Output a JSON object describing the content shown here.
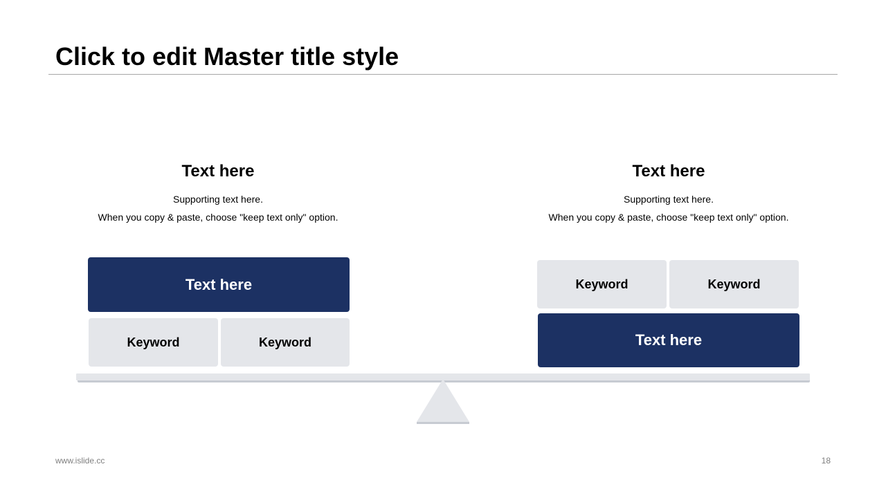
{
  "slide": {
    "title": "Click to edit Master title style"
  },
  "left": {
    "heading": "Text here",
    "support_line1": "Supporting text here.",
    "support_line2": "When you copy & paste, choose \"keep text only\" option.",
    "main_box": "Text here",
    "keyword1": "Keyword",
    "keyword2": "Keyword"
  },
  "right": {
    "heading": "Text here",
    "support_line1": "Supporting text here.",
    "support_line2": "When you copy & paste, choose \"keep text only\" option.",
    "main_box": "Text here",
    "keyword1": "Keyword",
    "keyword2": "Keyword"
  },
  "footer": {
    "url": "www.islide.cc",
    "page_number": "18"
  },
  "colors": {
    "primary": "#1c3163",
    "secondary": "#e4e6ea",
    "text": "#000000",
    "muted": "#7f7f7f"
  }
}
